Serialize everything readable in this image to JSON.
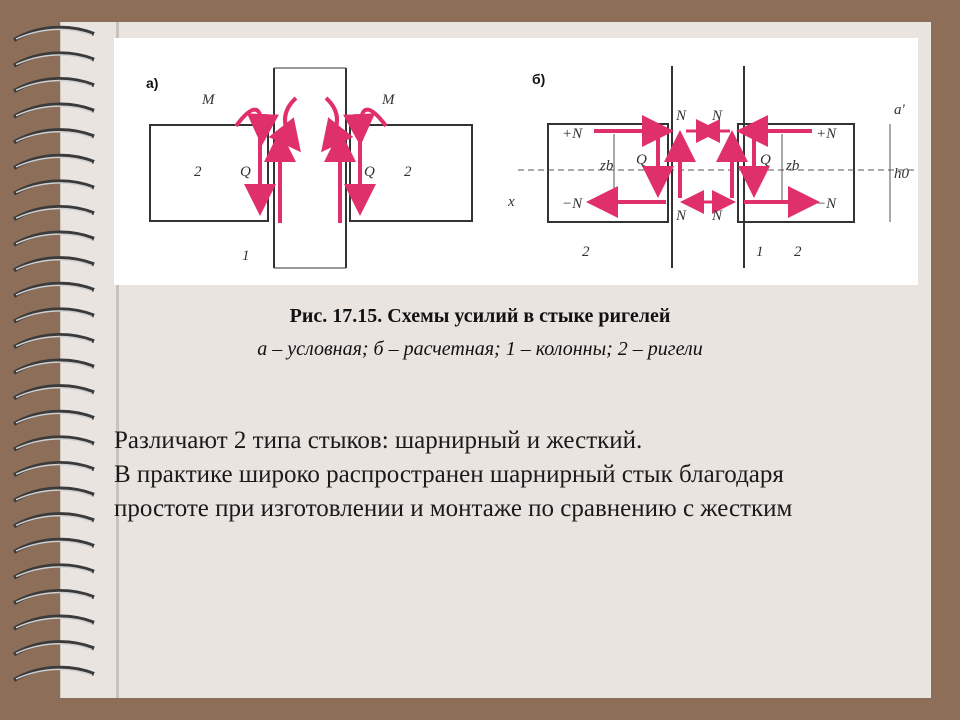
{
  "figure": {
    "label_a": "а)",
    "label_b": "б)",
    "diagram_a": {
      "M_left": "M",
      "M_right": "M",
      "Q_left": "Q",
      "Q_right": "Q",
      "beam_left": "2",
      "beam_right": "2",
      "column": "1"
    },
    "diagram_b": {
      "plusN_left": "+N",
      "plusN_right": "+N",
      "minusN_left": "−N",
      "minusN_right": "−N",
      "N_top_left": "N",
      "N_top_right": "N",
      "N_bottom_left": "N",
      "N_bottom_right": "N",
      "Q_left": "Q",
      "Q_right": "Q",
      "zb_left": "zb",
      "zb_right": "zb",
      "x": "x",
      "a_prime": "a'",
      "h0": "h0",
      "beam_left": "2",
      "beam_right": "2",
      "column": "1"
    }
  },
  "caption": {
    "title": "Рис. 17.15. Схемы усилий в стыке ригелей",
    "subtitle": "а – условная; б – расчетная; 1 – колонны; 2 – ригели"
  },
  "body": {
    "line1": "Различают 2 типа стыков: шарнирный и жесткий.",
    "line2": "В практике широко распространен шарнирный стык благодаря",
    "line3": "простоте при изготовлении и монтаже по сравнению с жестким"
  },
  "colors": {
    "background": "#8c6e59",
    "page": "#e9e4e0",
    "arrow": "#e0306c"
  }
}
